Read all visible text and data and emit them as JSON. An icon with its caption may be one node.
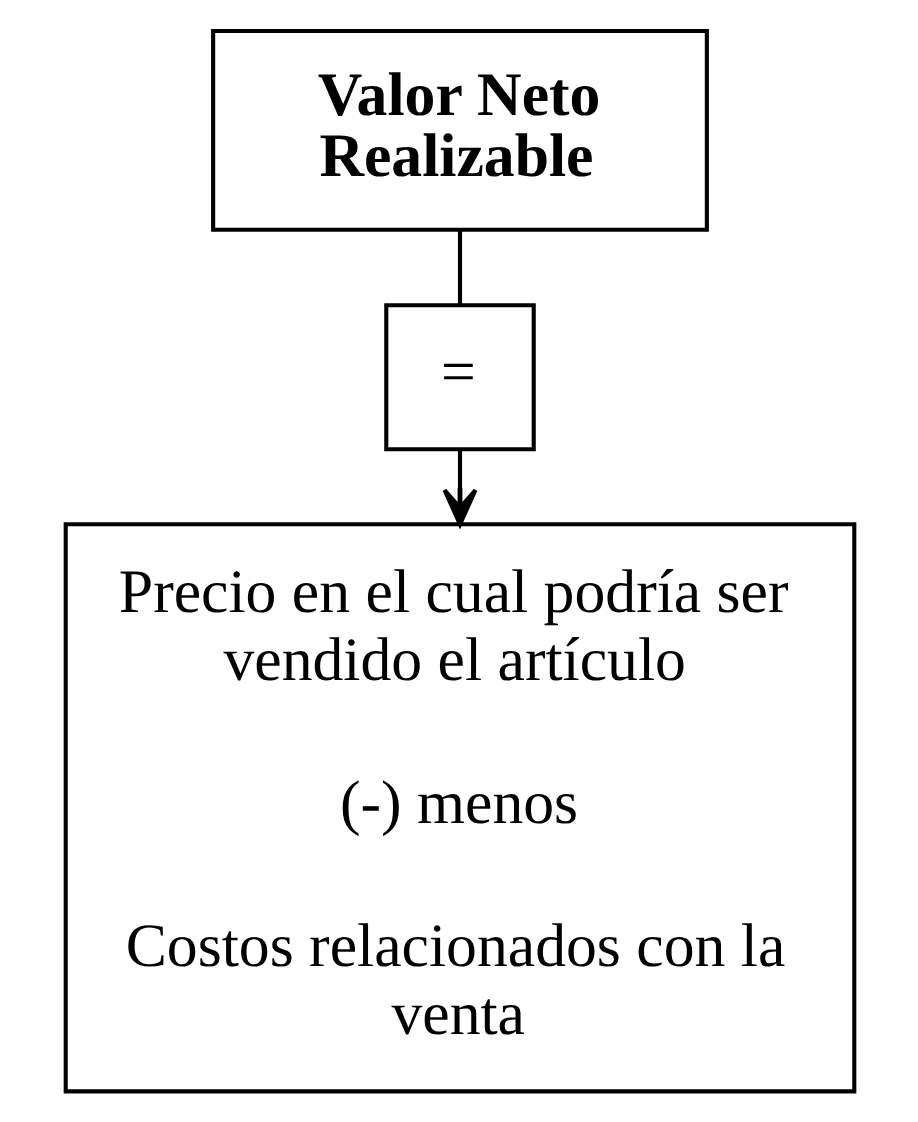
{
  "diagram": {
    "nodes": [
      {
        "text": [
          "Valor Neto Realizable"
        ]
      },
      {
        "text": [
          "="
        ]
      },
      {
        "text": [
          "Precio en el cual podría ser vendido el artículo",
          "(-) menos",
          "Costos relacionados con la venta"
        ]
      }
    ],
    "edges": [
      {
        "from": 0,
        "to": 1,
        "arrow": "none"
      },
      {
        "from": 1,
        "to": 2,
        "arrow": "to"
      }
    ]
  }
}
